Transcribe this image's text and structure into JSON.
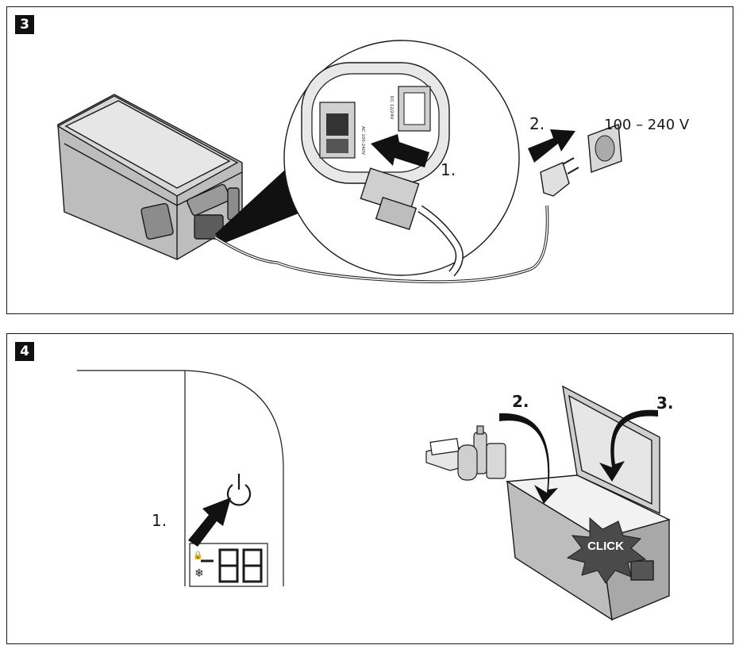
{
  "panel3": {
    "number": "3",
    "step1": "1.",
    "step2": "2.",
    "voltage": "100 – 240 V"
  },
  "panel4": {
    "number": "4",
    "step1": "1.",
    "step2": "2.",
    "step3": "3.",
    "click": "CLICK"
  },
  "colors": {
    "line": "#1a1a1a",
    "gray_body": "#bdbdbd",
    "gray_dark": "#7a7a7a",
    "gray_lid": "#cfcfcf"
  }
}
